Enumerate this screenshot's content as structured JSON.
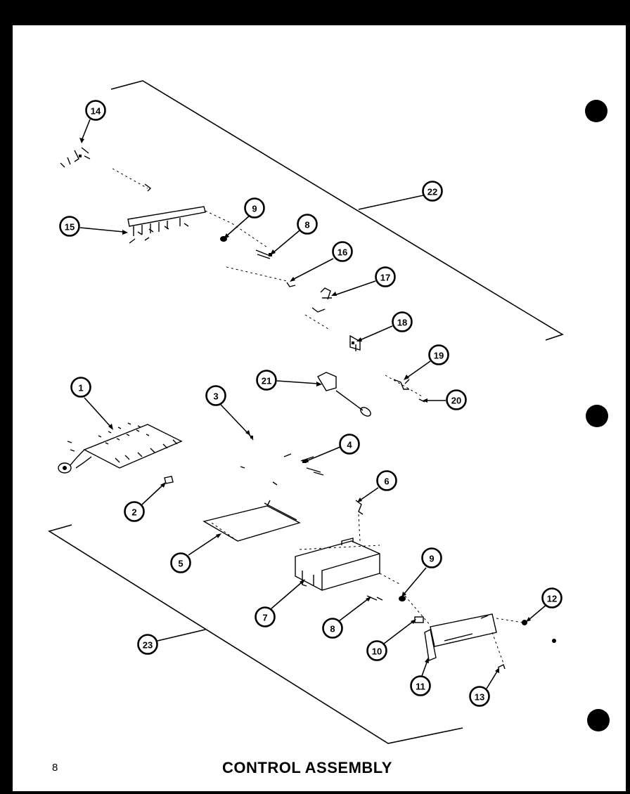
{
  "page": {
    "number": "8",
    "title": "CONTROL ASSEMBLY"
  },
  "callouts": [
    {
      "id": "c14",
      "label": "14"
    },
    {
      "id": "c22",
      "label": "22"
    },
    {
      "id": "c9a",
      "label": "9"
    },
    {
      "id": "c15",
      "label": "15"
    },
    {
      "id": "c8a",
      "label": "8"
    },
    {
      "id": "c16",
      "label": "16"
    },
    {
      "id": "c17",
      "label": "17"
    },
    {
      "id": "c18",
      "label": "18"
    },
    {
      "id": "c19",
      "label": "19"
    },
    {
      "id": "c21",
      "label": "21"
    },
    {
      "id": "c20",
      "label": "20"
    },
    {
      "id": "c1",
      "label": "1"
    },
    {
      "id": "c3",
      "label": "3"
    },
    {
      "id": "c4",
      "label": "4"
    },
    {
      "id": "c6",
      "label": "6"
    },
    {
      "id": "c2",
      "label": "2"
    },
    {
      "id": "c9b",
      "label": "9"
    },
    {
      "id": "c5",
      "label": "5"
    },
    {
      "id": "c12",
      "label": "12"
    },
    {
      "id": "c7",
      "label": "7"
    },
    {
      "id": "c8b",
      "label": "8"
    },
    {
      "id": "c10",
      "label": "10"
    },
    {
      "id": "c23",
      "label": "23"
    },
    {
      "id": "c11",
      "label": "11"
    },
    {
      "id": "c13",
      "label": "13"
    }
  ]
}
